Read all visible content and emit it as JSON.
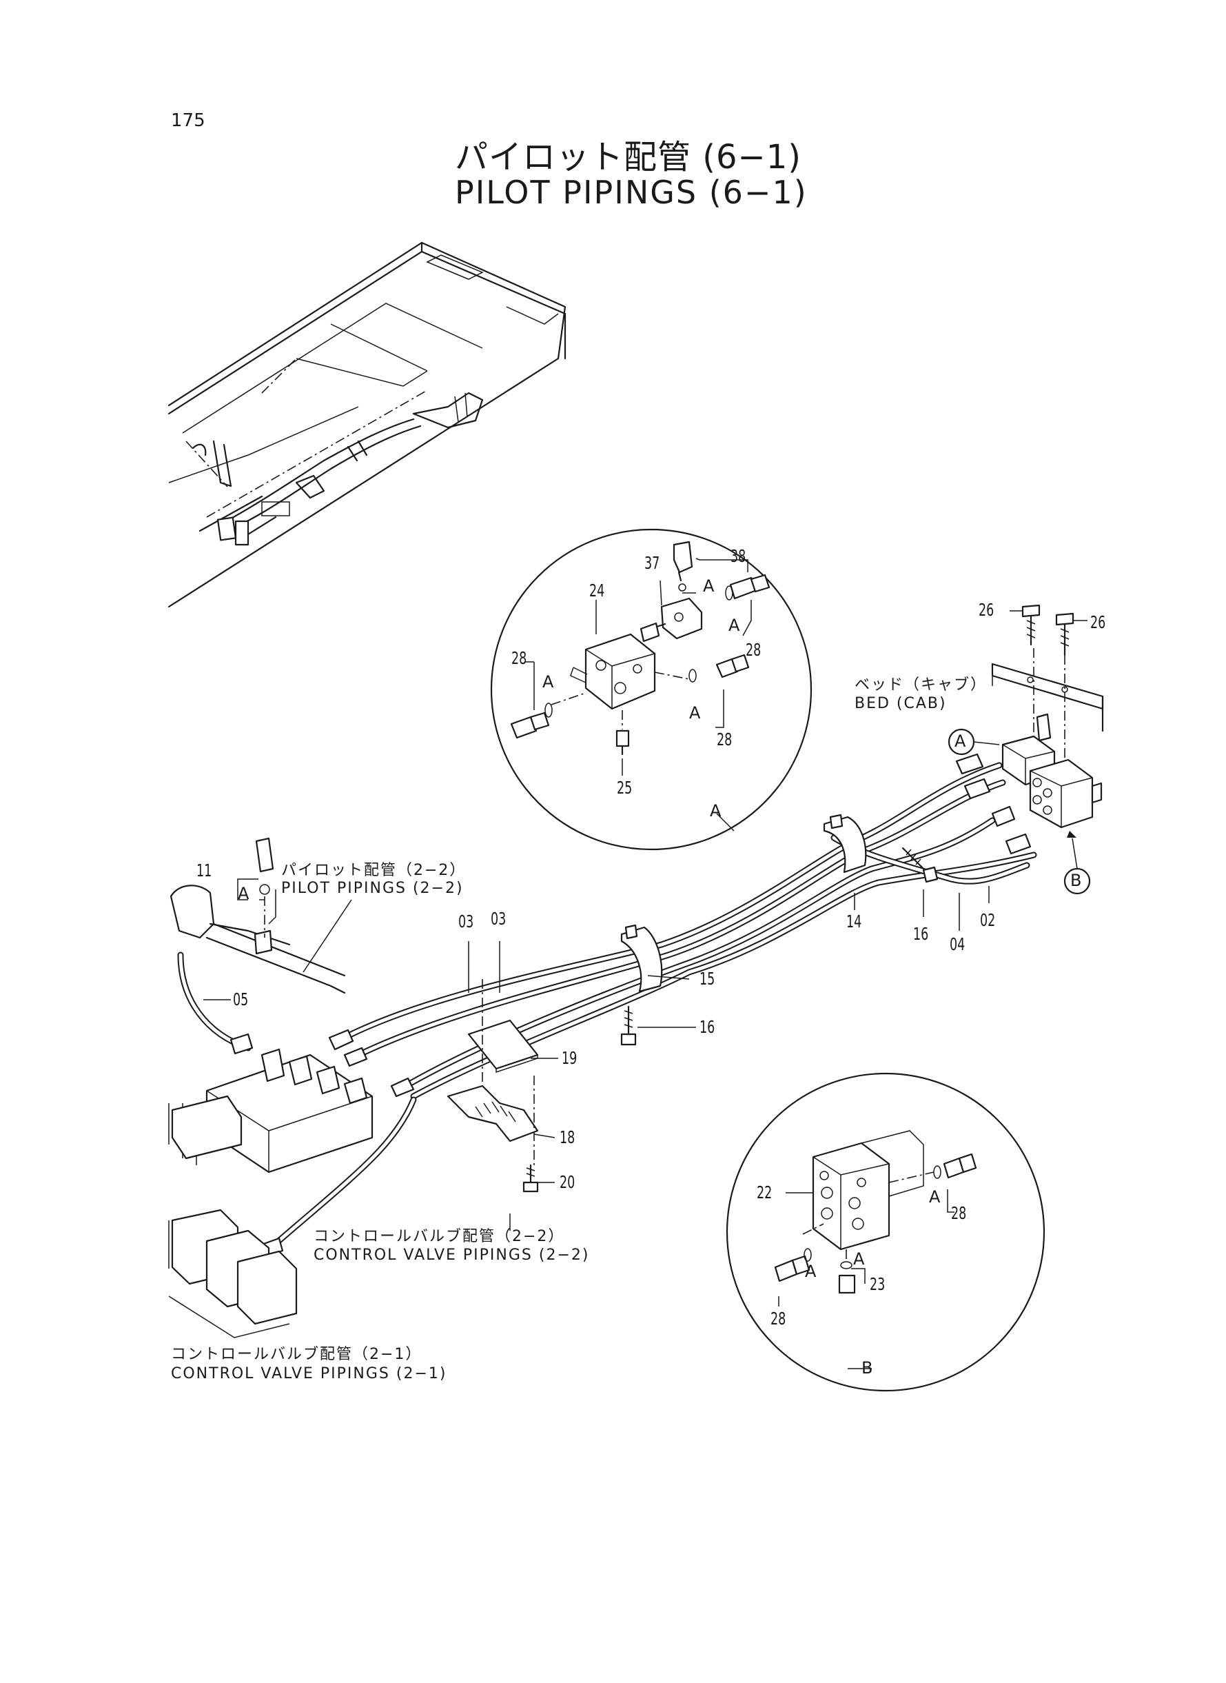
{
  "page_number": "175",
  "title": {
    "jp": "パイロット配管 (6−1)",
    "en": "PILOT PIPINGS (6−1)"
  },
  "callouts": {
    "bed": {
      "jp": "ベッド（キャブ）",
      "en": "BED (CAB)"
    },
    "pilot_22": {
      "jp": "パイロット配管（2−2）",
      "en": "PILOT PIPINGS (2−2)"
    },
    "cv_22": {
      "jp": "コントロールバルブ配管（2−2）",
      "en": "CONTROL VALVE PIPINGS (2−2)"
    },
    "cv_21": {
      "jp": "コントロールバルブ配管（2−1）",
      "en": "CONTROL VALVE PIPINGS (2−1)"
    }
  },
  "detail_labels": {
    "a": "A",
    "b": "B"
  },
  "part_numbers": {
    "p37": "37",
    "p38": "38",
    "p24": "24",
    "p28a": "28",
    "p28b": "28",
    "p28c": "28",
    "p25": "25",
    "p26a": "26",
    "p26b": "26",
    "p11": "11",
    "p03a": "03",
    "p03b": "03",
    "p05": "05",
    "p14": "14",
    "p16a": "16",
    "p04": "04",
    "p02": "02",
    "p15": "15",
    "p16b": "16",
    "p19": "19",
    "p18": "18",
    "p20": "20",
    "p22": "22",
    "p28d": "28",
    "p28e": "28",
    "p23": "23"
  },
  "ref_letters": {
    "a1": "A",
    "a2": "A",
    "a3": "A",
    "a4": "A",
    "a5": "A",
    "a6": "A",
    "a7": "A",
    "a8": "A"
  }
}
